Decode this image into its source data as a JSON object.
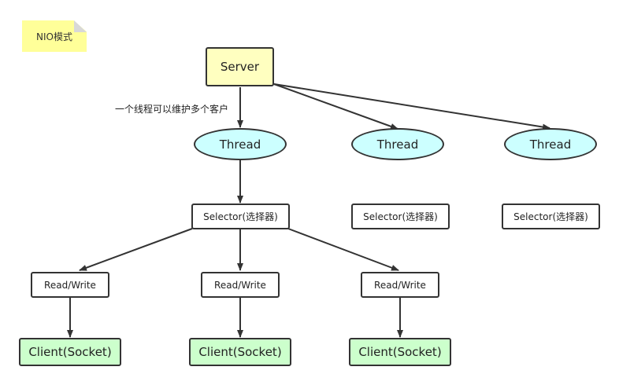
{
  "note": {
    "label": "NIO模式"
  },
  "server": {
    "label": "Server"
  },
  "edge_label": "一个线程可以维护多个客户",
  "threads": [
    {
      "label": "Thread"
    },
    {
      "label": "Thread"
    },
    {
      "label": "Thread"
    }
  ],
  "selectors": [
    {
      "label": "Selector(选择器)"
    },
    {
      "label": "Selector(选择器)"
    },
    {
      "label": "Selector(选择器)"
    }
  ],
  "read_write": [
    {
      "label": "Read/Write"
    },
    {
      "label": "Read/Write"
    },
    {
      "label": "Read/Write"
    }
  ],
  "clients": [
    {
      "label": "Client(Socket)"
    },
    {
      "label": "Client(Socket)"
    },
    {
      "label": "Client(Socket)"
    }
  ],
  "colors": {
    "note_fill": "#ffff99",
    "server_fill": "#ffffc0",
    "thread_fill": "#ccffff",
    "client_fill": "#ccffcc",
    "stroke": "#333333"
  }
}
